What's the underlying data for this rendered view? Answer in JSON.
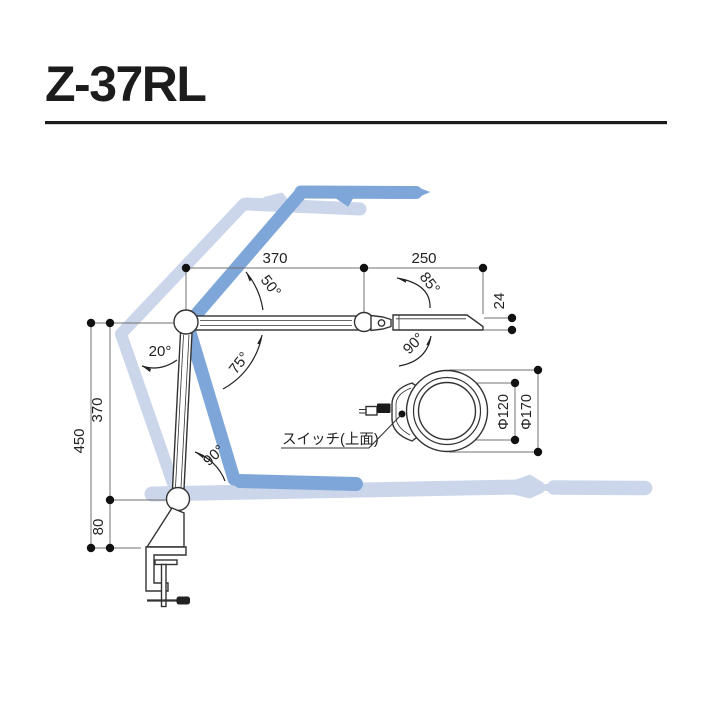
{
  "title": "Z-37RL",
  "dimensions": {
    "arm_upper_length": "370",
    "head_length": "250",
    "head_thickness": "24",
    "height_total": "450",
    "height_arm": "370",
    "height_base": "80",
    "lens_diameter": "Φ120",
    "head_diameter": "Φ170"
  },
  "angles": {
    "upper_arm_raise": "50°",
    "head_tilt_up": "85°",
    "lower_arm_tilt": "20°",
    "upper_arm_lower": "75°",
    "head_tilt_down": "90°",
    "arm_fold_down": "90°"
  },
  "labels": {
    "switch": "スイッチ(上面)"
  },
  "colors": {
    "line": "#333333",
    "dim_line": "#707070",
    "ghost_light": "#ccd6ea",
    "ghost_medium": "#7fa6d8"
  }
}
